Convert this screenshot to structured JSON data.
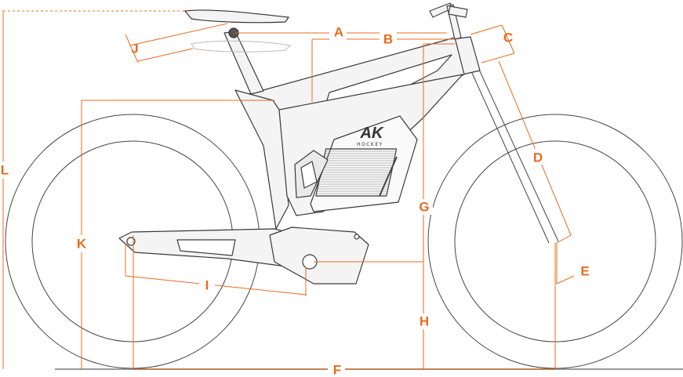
{
  "colors": {
    "line": "#3a3a3a",
    "accent": "#e86c1f",
    "frame_fill": "#f4f4f4",
    "ground": "#888888"
  },
  "brand": {
    "logo_glyph": "AK",
    "logo_text": "HOCKEY"
  },
  "labels": {
    "A": "A",
    "B": "B",
    "C": "C",
    "D": "D",
    "E": "E",
    "F": "F",
    "G": "G",
    "H": "H",
    "I": "I",
    "J": "J",
    "K": "K",
    "L": "L"
  }
}
